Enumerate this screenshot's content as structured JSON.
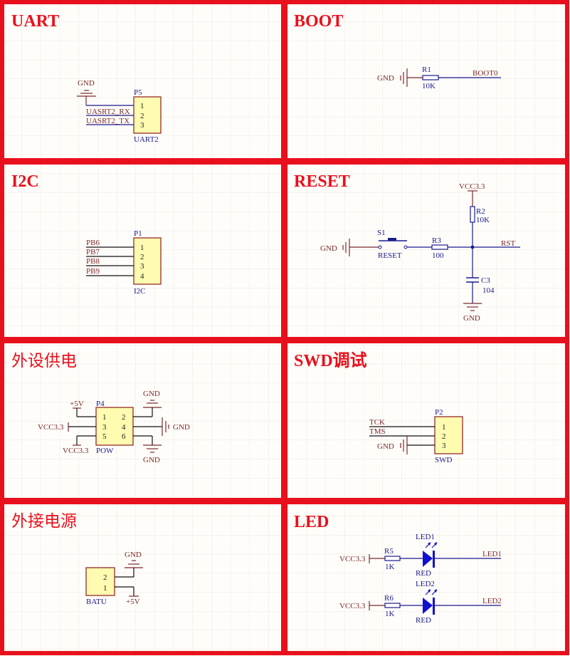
{
  "colors": {
    "frame": "#e8101c",
    "wire": "#1a1a8c",
    "net_label": "#7b2a2a",
    "connector_fill": "#fffbb0",
    "background": "#fffdfa"
  },
  "panels": {
    "uart": {
      "title": "UART",
      "gnd": "GND",
      "connector": {
        "ref": "P5",
        "name": "UART2",
        "pins": [
          "1",
          "2",
          "3"
        ]
      },
      "nets": [
        "UASRT2_RX",
        "UASRT2_TX"
      ]
    },
    "boot": {
      "title": "BOOT",
      "gnd": "GND",
      "resistor": {
        "ref": "R1",
        "value": "10K"
      },
      "net": "BOOT0"
    },
    "i2c": {
      "title": "I2C",
      "connector": {
        "ref": "P1",
        "name": "I2C",
        "pins": [
          "1",
          "2",
          "3",
          "4"
        ]
      },
      "nets": [
        "PB6",
        "PB7",
        "PB8",
        "PB9"
      ]
    },
    "reset": {
      "title": "RESET",
      "vcc": "VCC3.3",
      "gnd_left": "GND",
      "gnd_bottom": "GND",
      "switch": {
        "ref": "S1",
        "value": "RESET"
      },
      "r3": {
        "ref": "R3",
        "value": "100"
      },
      "r2": {
        "ref": "R2",
        "value": "10K"
      },
      "c3": {
        "ref": "C3",
        "value": "104"
      },
      "net": "RST"
    },
    "power_out": {
      "title": "外设供电",
      "connector": {
        "ref": "P4",
        "name": "POW",
        "pins_left": [
          "1",
          "3",
          "5"
        ],
        "pins_right": [
          "2",
          "4",
          "6"
        ]
      },
      "plus5v": "+5V",
      "vcc_mid": "VCC3.3",
      "vcc_bottom": "VCC3.3",
      "gnd_top": "GND",
      "gnd_right": "GND",
      "gnd_bottom": "GND"
    },
    "swd": {
      "title": "SWD调试",
      "connector": {
        "ref": "P2",
        "name": "SWD",
        "pins": [
          "1",
          "2",
          "3"
        ]
      },
      "nets": [
        "TCK",
        "TMS"
      ],
      "gnd": "GND"
    },
    "ext_power": {
      "title": "外接电源",
      "connector": {
        "name": "BATU",
        "pins": [
          "2",
          "1"
        ]
      },
      "gnd": "GND",
      "plus5v": "+5V"
    },
    "led": {
      "title": "LED",
      "rows": [
        {
          "vcc": "VCC3.3",
          "r_ref": "R5",
          "r_value": "1K",
          "led_ref": "LED1",
          "led_value": "RED",
          "net": "LED1"
        },
        {
          "vcc": "VCC3.3",
          "r_ref": "R6",
          "r_value": "1K",
          "led_ref": "LED2",
          "led_value": "RED",
          "net": "LED2"
        }
      ]
    }
  }
}
